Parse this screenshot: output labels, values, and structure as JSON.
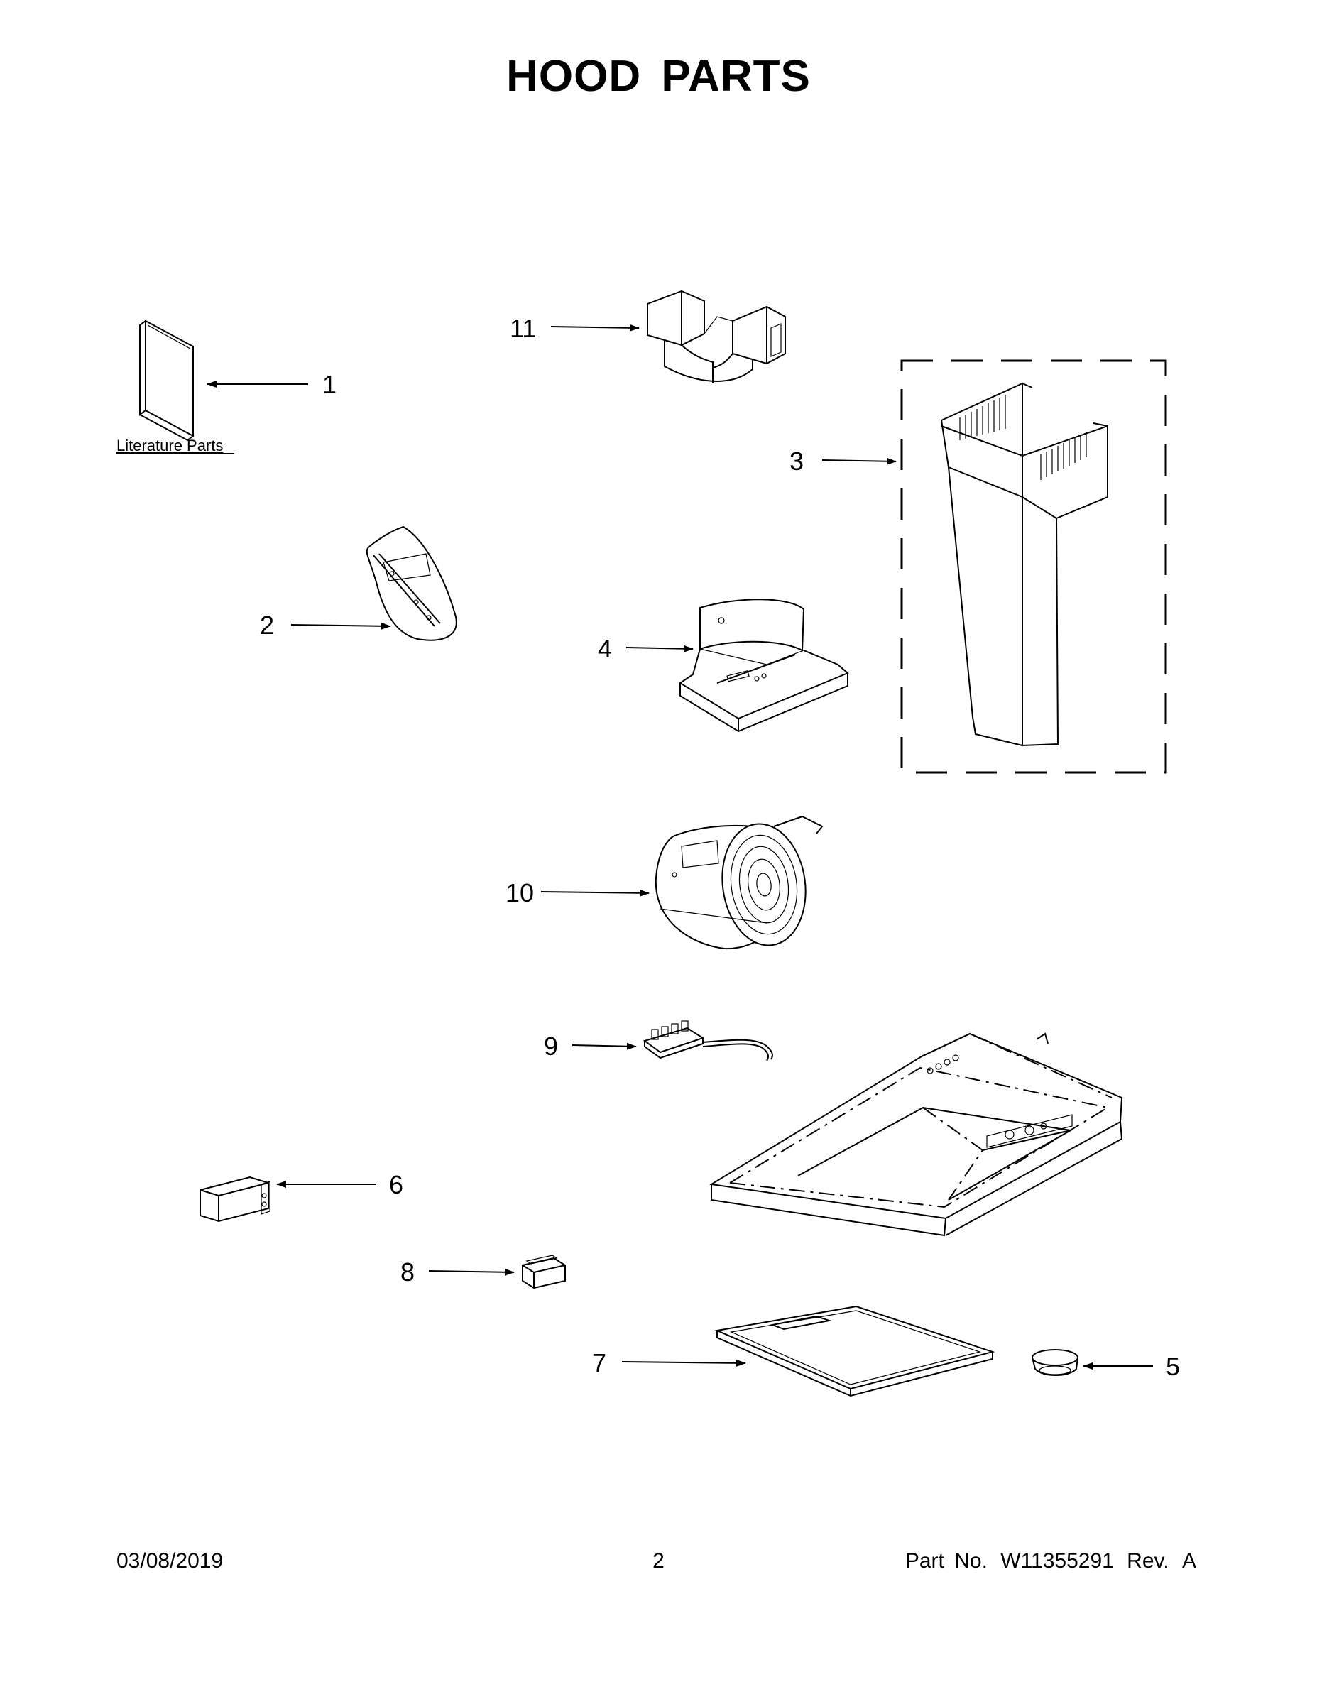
{
  "title": "HOOD PARTS",
  "callouts": [
    {
      "id": "1",
      "label": "1"
    },
    {
      "id": "2",
      "label": "2"
    },
    {
      "id": "3",
      "label": "3"
    },
    {
      "id": "4",
      "label": "4"
    },
    {
      "id": "5",
      "label": "5"
    },
    {
      "id": "6",
      "label": "6"
    },
    {
      "id": "7",
      "label": "7"
    },
    {
      "id": "8",
      "label": "8"
    },
    {
      "id": "9",
      "label": "9"
    },
    {
      "id": "10",
      "label": "10"
    },
    {
      "id": "11",
      "label": "11"
    }
  ],
  "literature_label": "Literature Parts",
  "footer": {
    "date": "03/08/2019",
    "page": "2",
    "part_label": "Part No.",
    "part_number": "W11355291",
    "rev_label": "Rev.",
    "rev": "A"
  }
}
